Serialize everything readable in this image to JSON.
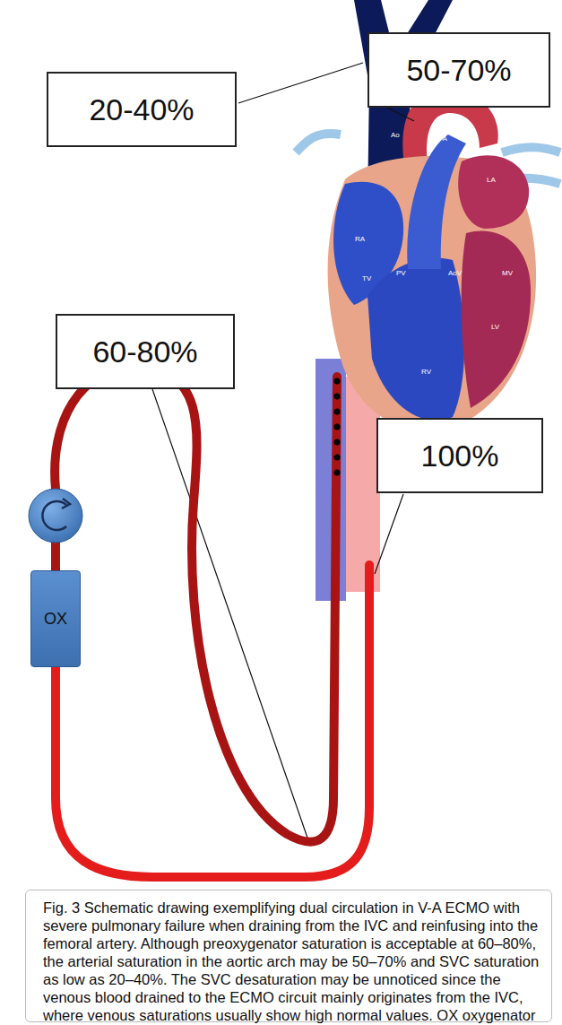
{
  "diagram": {
    "caption": "Fig. 3 Schematic drawing exemplifying dual circulation in V-A ECMO with severe pulmonary failure when draining from the IVC and reinfusing into the femoral artery. Although preoxygenator saturation is acceptable at 60–80%, the arterial saturation in the aortic arch may be 50–70% and SVC saturation as low as 20–40%. The SVC desaturation may be unnoticed since the venous blood drained to the ECMO circuit mainly originates from the IVC, where venous saturations usually show high normal values. OX oxygenator",
    "nodes": [
      {
        "text": [
          "20-40%"
        ]
      },
      {
        "text": [
          "50-70%"
        ]
      },
      {
        "text": [
          "60-80%"
        ]
      },
      {
        "text": [
          "100%"
        ]
      },
      {
        "text": [
          "OX"
        ]
      }
    ],
    "labels": [
      "Ao",
      "MPA",
      "LA",
      "RA",
      "PV",
      "TV",
      "AoV",
      "MV",
      "RV",
      "LV"
    ]
  }
}
